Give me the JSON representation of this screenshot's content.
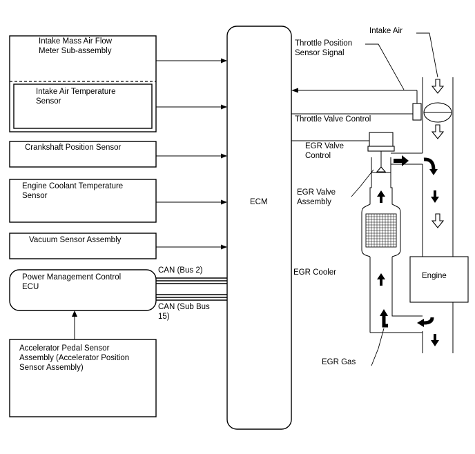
{
  "ecm": {
    "label": "ECM"
  },
  "inputs": {
    "maf": [
      "Intake Mass Air Flow",
      "Meter Sub-assembly"
    ],
    "iat": [
      "Intake Air Temperature",
      "Sensor"
    ],
    "crank": "Crankshaft Position Sensor",
    "coolant": [
      "Engine Coolant Temperature",
      "Sensor"
    ],
    "vacuum": "Vacuum Sensor Assembly",
    "pm_ecu": [
      "Power Management Control",
      "ECU"
    ],
    "accel": [
      "Accelerator Pedal Sensor",
      "Assembly (Accelerator Position",
      "Sensor Assembly)"
    ]
  },
  "bus": {
    "can_bus2": "CAN (Bus 2)",
    "can_sub": [
      "CAN (Sub Bus",
      "15)"
    ]
  },
  "engine_side": {
    "intake_air": "Intake Air",
    "throttle_signal": [
      "Throttle Position",
      "Sensor Signal"
    ],
    "throttle_control": "Throttle Valve Control",
    "egr_control": [
      "EGR Valve",
      "Control"
    ],
    "egr_valve": [
      "EGR Valve",
      "Assembly"
    ],
    "egr_cooler": "EGR Cooler",
    "engine": "Engine",
    "egr_gas": "EGR Gas"
  }
}
